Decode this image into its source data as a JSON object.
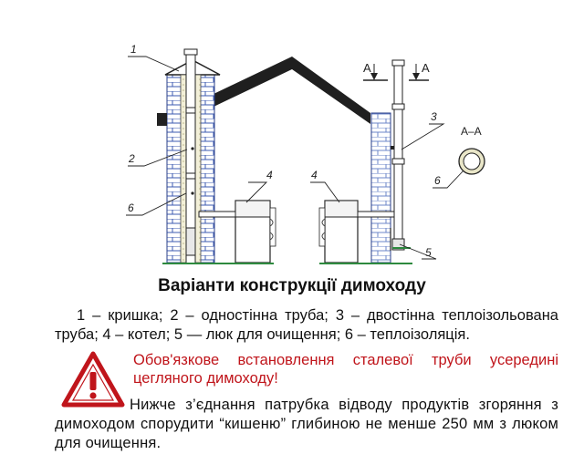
{
  "drawing": {
    "callouts": [
      "1",
      "2",
      "3",
      "4",
      "4",
      "5",
      "6",
      "6"
    ],
    "section_marks": [
      "A",
      "A"
    ],
    "section_title": "A–A"
  },
  "title": "Варіанти конструкції димоходу",
  "legend": "1 – кришка; 2 – одностінна труба; 3 – двостінна теплоізольована труба; 4 – котел; 5 — люк для очищення; 6 – теплоізоляція.",
  "warning": {
    "icon": "warning-triangle-icon",
    "color": "#c0151b",
    "text": "Обов'язкове встановлення сталевої труби усередині цегляного димоходу!"
  },
  "note": "Нижче з’єднання патрубка відводу продуктів згоряння з димоходом спорудити “кишеню” глибиною не менше 250 мм з люком для очищення."
}
